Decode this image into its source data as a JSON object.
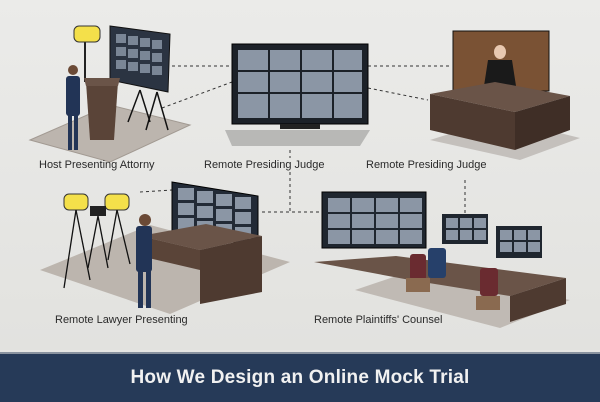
{
  "title": "How We Design an Online Mock Trial",
  "nodes": [
    {
      "id": "host",
      "label": "Host Presenting Attorny"
    },
    {
      "id": "judge-center",
      "label": "Remote Presiding Judge"
    },
    {
      "id": "judge-right",
      "label": "Remote Presiding Judge"
    },
    {
      "id": "lawyer",
      "label": "Remote Lawyer Presenting"
    },
    {
      "id": "plaintiffs",
      "label": "Remote Plaintiffs' Counsel"
    }
  ],
  "colors": {
    "banner": "#263a58",
    "background": "#e6e6e4",
    "light": "#f4e04a",
    "wood": "#5a4438",
    "screen": "#2c3440"
  }
}
